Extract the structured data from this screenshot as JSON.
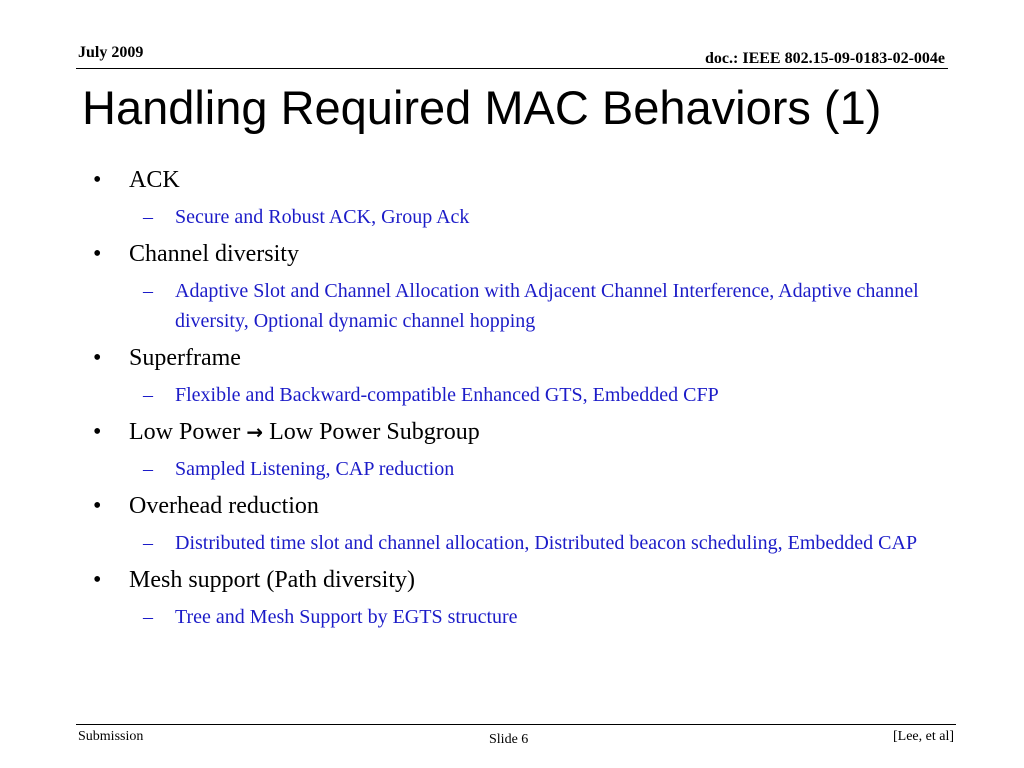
{
  "header": {
    "date": "July 2009",
    "doc_id": "doc.: IEEE 802.15-09-0183-02-004e"
  },
  "slide": {
    "title": "Handling Required MAC Behaviors (1)",
    "bullet_glyph": "•",
    "sub_glyph": "–",
    "items": [
      {
        "text": "ACK",
        "subs": [
          "Secure and Robust ACK, Group Ack"
        ]
      },
      {
        "text": "Channel diversity",
        "subs": [
          "Adaptive Slot and Channel Allocation with Adjacent Channel Interference, Adaptive channel diversity, Optional dynamic channel hopping"
        ]
      },
      {
        "text": "Superframe",
        "subs": [
          "Flexible and Backward-compatible Enhanced GTS, Embedded CFP"
        ]
      },
      {
        "text_before": "Low Power",
        "arrow": "→",
        "text_after": "Low Power Subgroup",
        "subs": [
          "Sampled Listening, CAP reduction"
        ]
      },
      {
        "text": "Overhead reduction",
        "subs": [
          "Distributed time slot and channel allocation, Distributed beacon scheduling, Embedded CAP"
        ]
      },
      {
        "text": "Mesh support (Path diversity)",
        "subs": [
          "Tree and Mesh Support by EGTS structure"
        ]
      }
    ]
  },
  "footer": {
    "left": "Submission",
    "center": "Slide 6",
    "right": "[Lee, et al]"
  },
  "colors": {
    "text": "#000000",
    "sub_bullet_text": "#1c1cc8",
    "background": "#ffffff"
  }
}
